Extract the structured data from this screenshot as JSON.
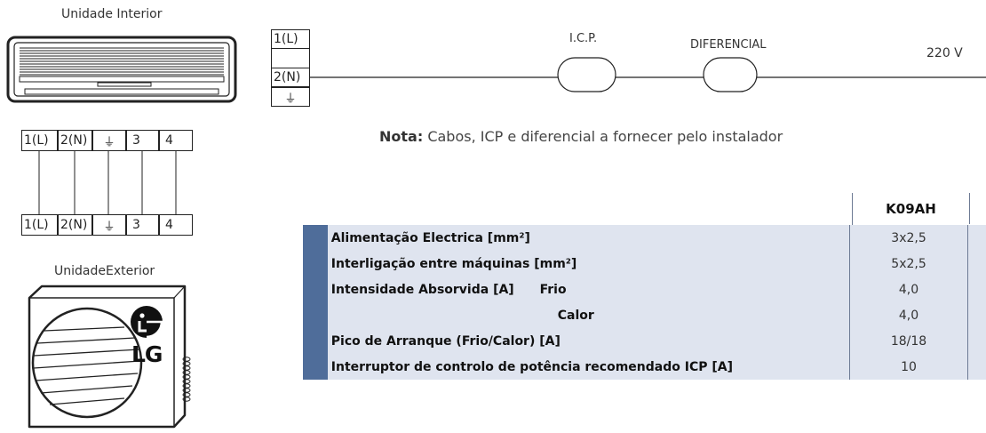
{
  "indoor_label": "Unidade Interior",
  "outdoor_label": "UnidadeExterior",
  "brand": "LG",
  "supply_terminals": [
    "1(L)",
    "2(N)",
    "⏚"
  ],
  "icp_label": "I.C.P.",
  "diferencial_label": "DIFERENCIAL",
  "voltage": "220 V",
  "note_bold": "Nota:",
  "note_text": "Cabos, ICP e diferencial a fornecer pelo instalador",
  "indoor_terminals": [
    "1(L)",
    "2(N)",
    "⏚",
    "3",
    "4"
  ],
  "outdoor_terminals": [
    "1(L)",
    "2(N)",
    "⏚",
    "3",
    "4"
  ],
  "table": {
    "column_header": "K09AH",
    "rows": [
      {
        "name": "Alimentação Electrica [mm²]",
        "sub": "",
        "value": "3x2,5"
      },
      {
        "name": "Interligação entre máquinas [mm²]",
        "sub": "",
        "value": "5x2,5"
      },
      {
        "name": "Intensidade Absorvida [A]",
        "sub": "Frio",
        "value": "4,0"
      },
      {
        "name": "",
        "sub": "Calor",
        "value": "4,0"
      },
      {
        "name": "Pico de Arranque (Frio/Calor) [A]",
        "sub": "",
        "value": "18/18"
      },
      {
        "name": "Interruptor de controlo de potência recomendado ICP [A]",
        "sub": "",
        "value": "10"
      }
    ]
  },
  "colors": {
    "band": "#4f6d9a",
    "row_bg": "#dfe4ef"
  }
}
